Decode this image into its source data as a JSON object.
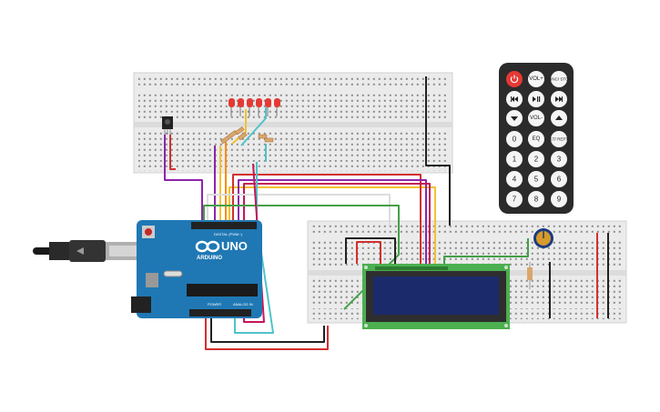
{
  "arduino": {
    "brand": "ARDUINO",
    "model": "UNO",
    "header_digital": "DIGITAL (PWM~)",
    "header_power": "POWER",
    "header_analog": "ANALOG IN",
    "logo_icon": "infinity-logo-icon"
  },
  "remote": {
    "buttons": [
      {
        "id": "power",
        "label": "",
        "icon": "power-icon",
        "accent": "#e53935"
      },
      {
        "id": "vol-up",
        "label": "VOL+"
      },
      {
        "id": "func-stop",
        "label": "FUNC/ STOP"
      },
      {
        "id": "prev",
        "label": "",
        "icon": "skip-back-icon"
      },
      {
        "id": "play-pause",
        "label": "",
        "icon": "play-pause-icon"
      },
      {
        "id": "next",
        "label": "",
        "icon": "skip-forward-icon"
      },
      {
        "id": "down",
        "label": "",
        "icon": "arrow-down-icon"
      },
      {
        "id": "vol-down",
        "label": "VOL-"
      },
      {
        "id": "up",
        "label": "",
        "icon": "arrow-up-icon"
      },
      {
        "id": "zero",
        "label": "0"
      },
      {
        "id": "eq",
        "label": "EQ"
      },
      {
        "id": "st-rept",
        "label": "ST/ REPT"
      },
      {
        "id": "one",
        "label": "1"
      },
      {
        "id": "two",
        "label": "2"
      },
      {
        "id": "three",
        "label": "3"
      },
      {
        "id": "four",
        "label": "4"
      },
      {
        "id": "five",
        "label": "5"
      },
      {
        "id": "six",
        "label": "6"
      },
      {
        "id": "seven",
        "label": "7"
      },
      {
        "id": "eight",
        "label": "8"
      },
      {
        "id": "nine",
        "label": "9"
      }
    ]
  },
  "colors": {
    "arduino_board": "#1f78b4",
    "breadboard": "#e9e9e9",
    "led": "#e53935",
    "lcd_pcb": "#4caf50",
    "lcd_screen": "#1b2a6b",
    "remote_body": "#2b2b2b",
    "wire_red": "#d32f2f",
    "wire_black": "#212121",
    "wire_yellow": "#f2c230",
    "wire_green": "#43a047",
    "wire_purple": "#8e24aa",
    "wire_cyan": "#4fc3c9",
    "wire_magenta": "#c2185b",
    "wire_orange": "#fb8c00"
  }
}
